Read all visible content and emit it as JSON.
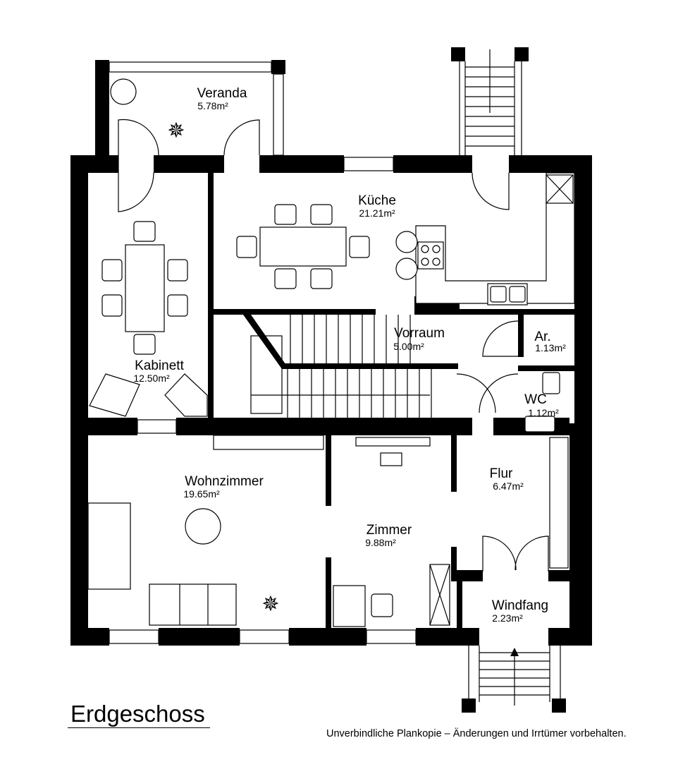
{
  "plan": {
    "title": "Erdgeschoss",
    "disclaimer": "Unverbindliche Plankopie – Änderungen und Irrtümer vorbehalten.",
    "rooms": {
      "veranda": {
        "name": "Veranda",
        "area": "5.78m²"
      },
      "kueche": {
        "name": "Küche",
        "area": "21.21m²"
      },
      "kabinett": {
        "name": "Kabinett",
        "area": "12.50m²"
      },
      "vorraum": {
        "name": "Vorraum",
        "area": "5.00m²"
      },
      "ar": {
        "name": "Ar.",
        "area": "1.13m²"
      },
      "wc": {
        "name": "WC",
        "area": "1.12m²"
      },
      "wohnzimmer": {
        "name": "Wohnzimmer",
        "area": "19.65m²"
      },
      "zimmer": {
        "name": "Zimmer",
        "area": "9.88m²"
      },
      "flur": {
        "name": "Flur",
        "area": "6.47m²"
      },
      "windfang": {
        "name": "Windfang",
        "area": "2.23m²"
      }
    }
  }
}
